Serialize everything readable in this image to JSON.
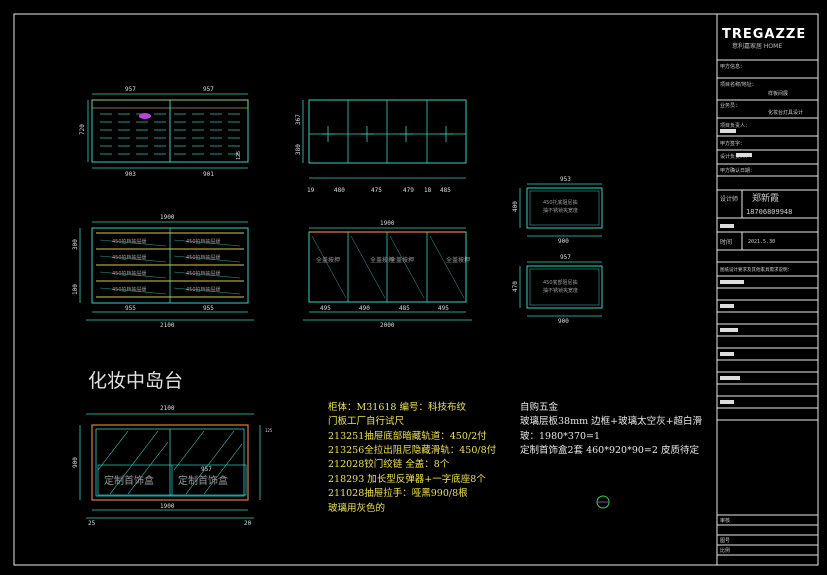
{
  "title_block": {
    "brand": "TREGAZZE",
    "brand_sub": "意利嘉家居 HOME",
    "fields": [
      {
        "label": "甲方信息：",
        "value": ""
      },
      {
        "label": "项目名称/地址：",
        "value": "样板间展"
      },
      {
        "label": "业务员：",
        "value": "化妆台灯具设计"
      },
      {
        "label": "项目负责人：",
        "value": ""
      },
      {
        "label": "甲方签字：",
        "value": ""
      },
      {
        "label": "设计负责人：",
        "value": ""
      },
      {
        "label": "甲方确认日期：",
        "value": ""
      },
      {
        "label": "确认图纸时间：",
        "value": ""
      }
    ],
    "designer_label": "设计师",
    "designer_name": "郑新霞",
    "phone": "18706809948",
    "date_label": "时间",
    "date": "2021.5.30",
    "notes_label": "图纸设计要求及其他家具需求说明：",
    "approve_label": "审核",
    "drawing_no_label": "图号",
    "scale_label": "比例"
  },
  "views": {
    "front": {
      "w1": "957",
      "w2": "957",
      "b1": "903",
      "b2": "901",
      "h_left": "720",
      "h_right": "125"
    },
    "top_right": {
      "h1": "367",
      "h2": "380",
      "w": [
        "19",
        "480",
        "475",
        "479",
        "18",
        "485"
      ]
    },
    "middle_left": {
      "top": "1900",
      "l1": "955",
      "l2": "955",
      "bottom_total": "2100",
      "left_top": "300",
      "left_bot": "100",
      "shelves": [
        "450拍档抽屉缓",
        "450拍档抽屉缓",
        "450拍档抽屉缓",
        "450拍档抽屉缓"
      ]
    },
    "middle_right": {
      "top": "1900",
      "bottom": [
        "495",
        "490",
        "485",
        "495"
      ],
      "total": "2000",
      "label_doors": [
        "全盖按押",
        "全盖按押",
        "全盖按押",
        "全盖按押"
      ]
    },
    "small_top": {
      "w": "953",
      "label": "450托底阻尼抽\n抽不锈锁夹宽度",
      "bottom": "900",
      "h": "400"
    },
    "small_bottom": {
      "w": "957",
      "label": "450托底阻尼抽\n抽不锈锁夹宽度",
      "bottom": "900",
      "h": "470"
    },
    "bottom_left": {
      "title": "化妆中岛台",
      "top_total": "2100",
      "right_w": "957",
      "box1": "定制首饰盒",
      "box2": "定制首饰盒",
      "bottom_total": "1900",
      "l": "25",
      "r": "20",
      "left_h": "900",
      "right_small": "125"
    }
  },
  "notes_yellow": [
    "柜体：M31618   编号：科技布纹",
    "门板工厂自行试尺",
    "213251抽屉底部暗藏轨道：450/2付",
    "213256全拉出阻尼隐藏滑轨：450/8付",
    "212028铰门绞链 全盖：8个",
    "218293  加长型反弹器+一字底座8个",
    "211028抽屉拉手：哑黑990/8根",
    "玻璃用灰色的"
  ],
  "notes_white": [
    "自购五金",
    "玻璃层板38mm  边框+玻璃太空灰+超白滑",
    "玻：1980*370=1",
    "定制首饰盒2套  460*920*90=2   皮质待定"
  ]
}
